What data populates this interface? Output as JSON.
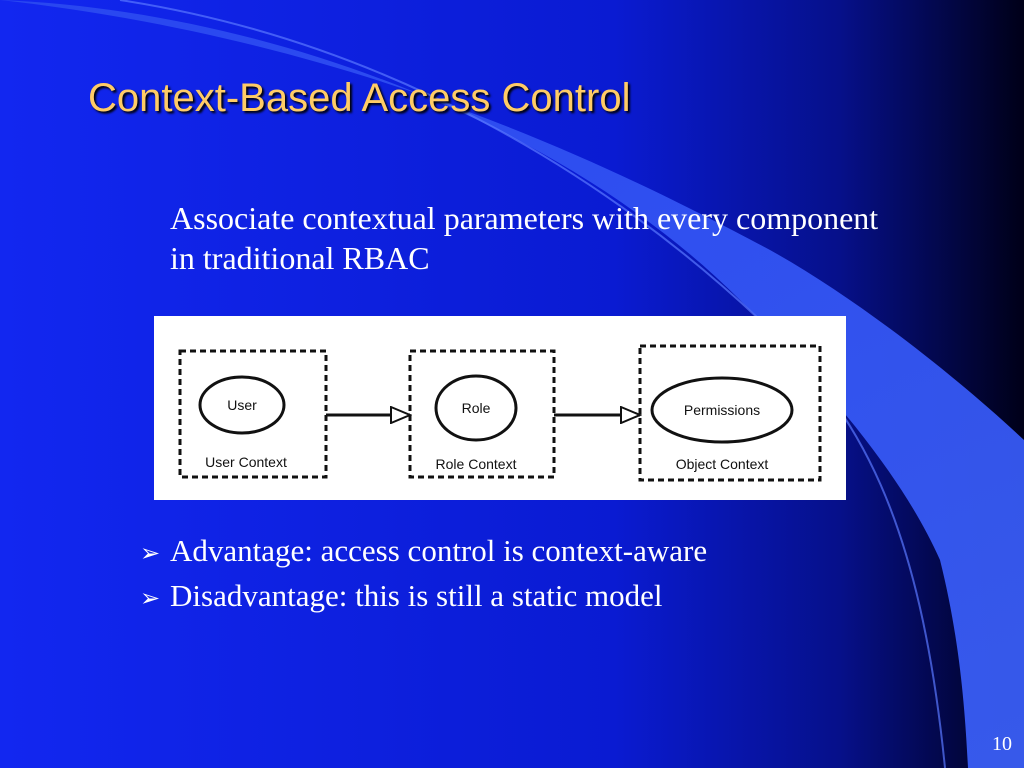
{
  "slide": {
    "title": "Context-Based Access Control",
    "intro": "Associate contextual parameters with every component in traditional RBAC",
    "bullets": [
      {
        "marker": "➢",
        "text": "Advantage: access control is context-aware"
      },
      {
        "marker": "➢",
        "text": "Disadvantage: this is still a static model"
      }
    ],
    "slide_number": "10"
  },
  "diagram": {
    "nodes": [
      {
        "label": "User",
        "context": "User Context"
      },
      {
        "label": "Role",
        "context": "Role Context"
      },
      {
        "label": "Permissions",
        "context": "Object Context"
      }
    ]
  }
}
